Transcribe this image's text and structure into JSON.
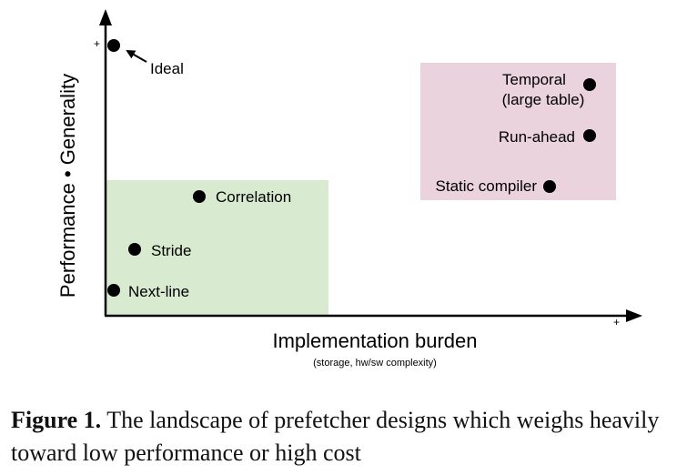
{
  "diagram": {
    "y_axis_label": "Performance • Generality",
    "x_axis_label": "Implementation burden",
    "x_axis_sublabel": "(storage, hw/sw complexity)",
    "plus_marker": "+",
    "colors": {
      "green_region": "#d8ead0",
      "pink_region": "#ead3dd",
      "points": "#000000"
    },
    "points": {
      "ideal": "Ideal",
      "correlation": "Correlation",
      "stride": "Stride",
      "next_line": "Next-line",
      "temporal_line1": "Temporal",
      "temporal_line2": "(large table)",
      "run_ahead": "Run-ahead",
      "static_compiler": "Static compiler"
    }
  },
  "caption": {
    "label": "Figure 1.",
    "text": " The landscape of prefetcher designs which weighs heavily toward low performance or high cost"
  }
}
